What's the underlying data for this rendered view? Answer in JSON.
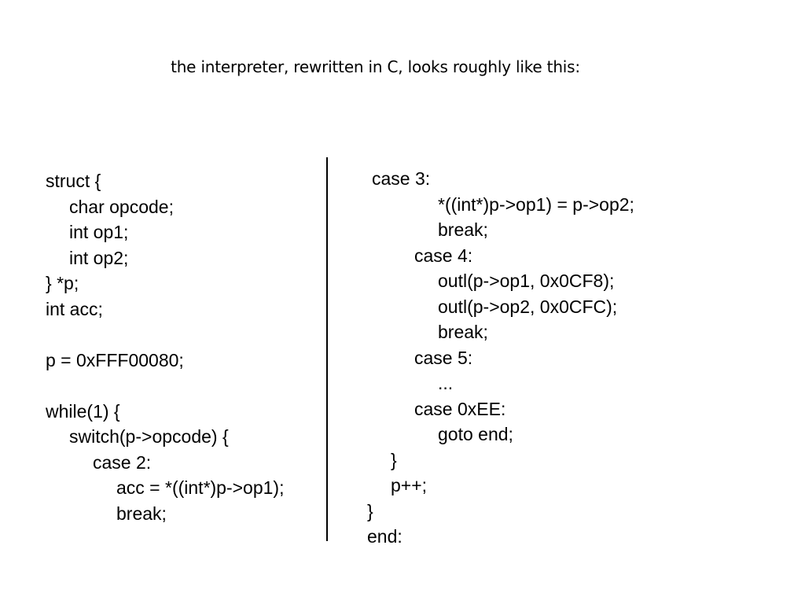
{
  "title": "the interpreter, rewritten in C, looks roughly like this:",
  "left_code": [
    {
      "indent": 0,
      "text": "struct {"
    },
    {
      "indent": 1,
      "text": "char opcode;"
    },
    {
      "indent": 1,
      "text": "int op1;"
    },
    {
      "indent": 1,
      "text": "int op2;"
    },
    {
      "indent": 0,
      "text": "} *p;"
    },
    {
      "indent": 0,
      "text": "int acc;"
    },
    {
      "indent": 0,
      "text": ""
    },
    {
      "indent": 0,
      "text": "p = 0xFFF00080;"
    },
    {
      "indent": 0,
      "text": ""
    },
    {
      "indent": 0,
      "text": "while(1) {"
    },
    {
      "indent": 1,
      "text": "switch(p->opcode) {"
    },
    {
      "indent": 2,
      "text": "case 2:"
    },
    {
      "indent": 3,
      "text": "acc = *((int*)p->op1);"
    },
    {
      "indent": 3,
      "text": "break;"
    }
  ],
  "right_code": [
    {
      "indent": 0.2,
      "text": "case 3:"
    },
    {
      "indent": 3,
      "text": "*((int*)p->op1) = p->op2;"
    },
    {
      "indent": 3,
      "text": "break;"
    },
    {
      "indent": 2,
      "text": "case 4:"
    },
    {
      "indent": 3,
      "text": "outl(p->op1, 0x0CF8);"
    },
    {
      "indent": 3,
      "text": "outl(p->op2, 0x0CFC);"
    },
    {
      "indent": 3,
      "text": "break;"
    },
    {
      "indent": 2,
      "text": "case 5:"
    },
    {
      "indent": 3,
      "text": "..."
    },
    {
      "indent": 2,
      "text": "case 0xEE:"
    },
    {
      "indent": 3,
      "text": "goto end;"
    },
    {
      "indent": 1,
      "text": "}"
    },
    {
      "indent": 1,
      "text": "p++;"
    },
    {
      "indent": 0,
      "text": "}"
    },
    {
      "indent": 0,
      "text": "end:"
    }
  ]
}
